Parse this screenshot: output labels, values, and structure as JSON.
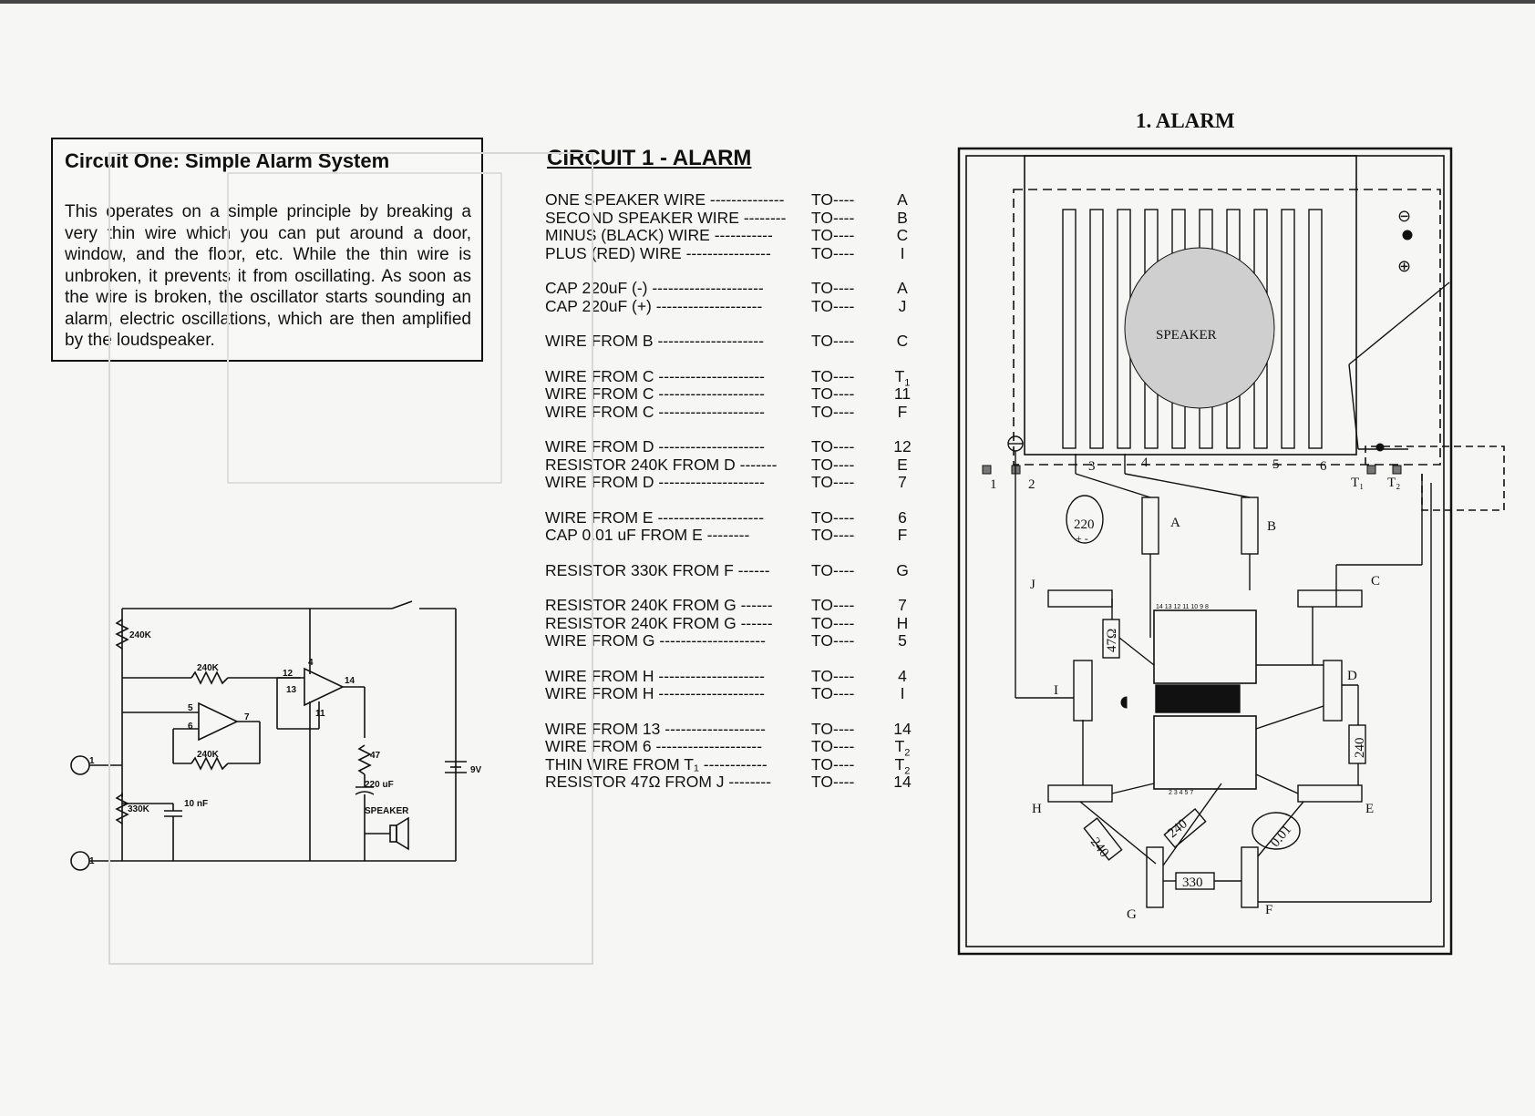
{
  "description": {
    "title": "Circuit One:  Simple Alarm System",
    "body": "This operates on a simple principle by breaking a very thin wire which you can put around a door, window, and the floor, etc. While the thin wire is unbroken, it prevents it from oscillating. As soon as the wire is broken, the oscillator starts sounding an alarm, electric oscillations, which are then amplified by the loudspeaker."
  },
  "wiring": {
    "title": "CIRCUIT 1 - ALARM",
    "to_label": "TO----",
    "rows": [
      {
        "label": "ONE SPEAKER WIRE  --------------",
        "dest": "A",
        "sub": ""
      },
      {
        "label": "SECOND SPEAKER WIRE  --------",
        "dest": "B",
        "sub": ""
      },
      {
        "label": "MINUS (BLACK) WIRE  -----------",
        "dest": "C",
        "sub": ""
      },
      {
        "label": "PLUS (RED) WIRE  ----------------",
        "dest": "I",
        "sub": ""
      },
      {
        "label": "CAP  220uF (-)  ---------------------",
        "dest": "A",
        "sub": ""
      },
      {
        "label": "CAP  220uF (+)  --------------------",
        "dest": "J",
        "sub": ""
      },
      {
        "label": "WIRE FROM  B  --------------------",
        "dest": "C",
        "sub": ""
      },
      {
        "label": "WIRE FROM  C  --------------------",
        "dest": "T",
        "sub": "1"
      },
      {
        "label": "WIRE FROM  C  --------------------",
        "dest": "11",
        "sub": ""
      },
      {
        "label": "WIRE FROM  C  --------------------",
        "dest": "F",
        "sub": ""
      },
      {
        "label": "WIRE FROM  D  --------------------",
        "dest": "12",
        "sub": ""
      },
      {
        "label": "RESISTOR 240K FROM  D  -------",
        "dest": "E",
        "sub": ""
      },
      {
        "label": "WIRE FROM  D  --------------------",
        "dest": "7",
        "sub": ""
      },
      {
        "label": "WIRE FROM  E  --------------------",
        "dest": "6",
        "sub": ""
      },
      {
        "label": "CAP  0.01  uF FROM   E  --------",
        "dest": "F",
        "sub": ""
      },
      {
        "label": "RESISTOR 330K FROM   F  ------",
        "dest": "G",
        "sub": ""
      },
      {
        "label": "RESISTOR 240K FROM   G  ------",
        "dest": "7",
        "sub": ""
      },
      {
        "label": "RESISTOR 240K FROM   G  ------",
        "dest": "H",
        "sub": ""
      },
      {
        "label": "WIRE FROM  G  --------------------",
        "dest": "5",
        "sub": ""
      },
      {
        "label": "WIRE FROM  H  --------------------",
        "dest": "4",
        "sub": ""
      },
      {
        "label": "WIRE FROM  H  --------------------",
        "dest": "I",
        "sub": ""
      },
      {
        "label": "WIRE FROM  13  -------------------",
        "dest": "14",
        "sub": ""
      },
      {
        "label": "WIRE FROM  6  --------------------",
        "dest": "T",
        "sub": "2"
      },
      {
        "label": "THIN WIRE FROM  T₁  ------------",
        "dest": "T",
        "sub": "2"
      },
      {
        "label": "RESISTOR 47Ω  FROM   J  --------",
        "dest": "14",
        "sub": ""
      }
    ]
  },
  "schematic": {
    "r1": "240K",
    "r2": "240K",
    "r3": "240K",
    "r4": "330K",
    "cap1": "10 nF",
    "r5": "47",
    "cap2": "220 uF",
    "speaker": "SPEAKER",
    "battery": "9V",
    "pins": [
      "12",
      "13",
      "14",
      "11",
      "5",
      "6",
      "7",
      "4",
      "1",
      "1"
    ]
  },
  "layout": {
    "heading": "1. ALARM",
    "speaker": "SPEAKER",
    "cap220": "220",
    "cap220_pol": "+ -",
    "r47": "47Ω",
    "r240a": "240",
    "r240b": "240",
    "r240c": "240",
    "r330": "330",
    "cap001": "0.01",
    "letters": [
      "A",
      "B",
      "C",
      "D",
      "E",
      "F",
      "G",
      "H",
      "I",
      "J"
    ],
    "terminals": [
      "1",
      "2",
      "3",
      "4",
      "5",
      "6",
      "T₁",
      "T₂"
    ],
    "chip_top_pins": "14 13 12 11 10 9 8",
    "chip_bottom_pins": "2 3 4 5 7",
    "minus_sym": "⊖",
    "plus_sym": "⊕"
  }
}
